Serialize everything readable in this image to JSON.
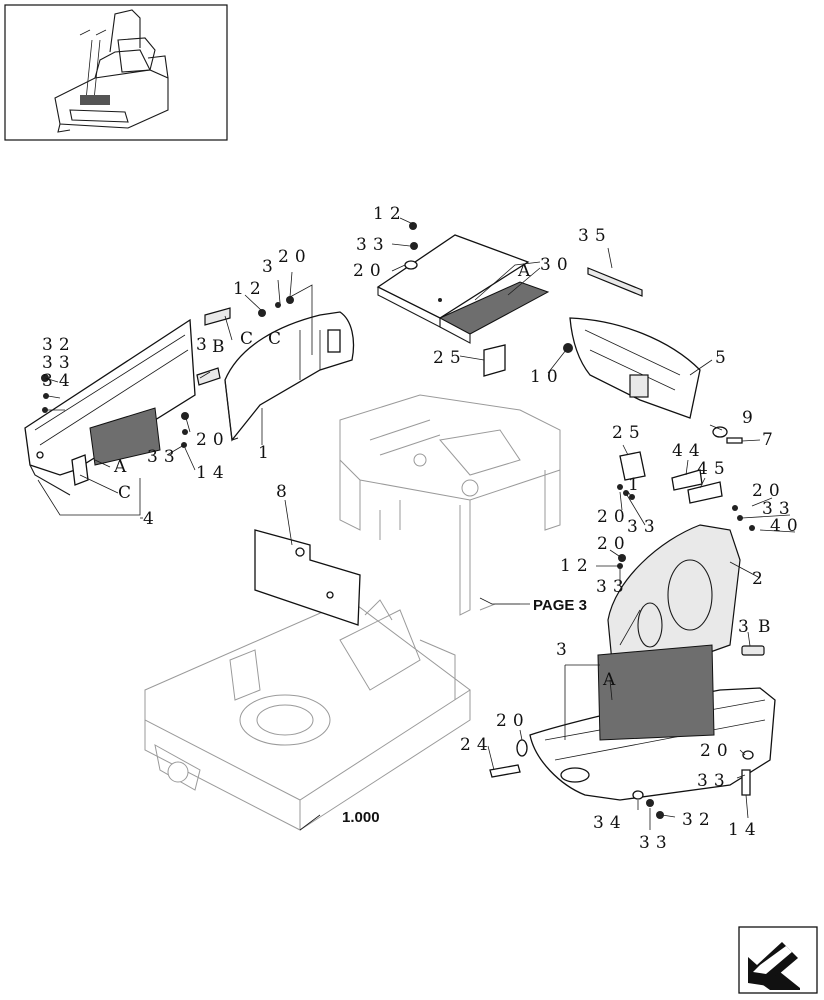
{
  "diagram": {
    "callouts": [
      "12",
      "33",
      "20",
      "30",
      "A",
      "35",
      "12",
      "3",
      "20",
      "C",
      "32",
      "33",
      "34",
      "B",
      "3",
      "C",
      "25",
      "10",
      "5",
      "20",
      "1",
      "9",
      "7",
      "33",
      "14",
      "A",
      "C",
      "4",
      "25",
      "44",
      "45",
      "1",
      "20",
      "33",
      "20",
      "33",
      "40",
      "8",
      "20",
      "12",
      "33",
      "2",
      "3",
      "3",
      "B",
      "A",
      "20",
      "24",
      "20",
      "33",
      "34",
      "33",
      "32",
      "14"
    ],
    "references": {
      "page3": "PAGE 3",
      "base_frame": "1.000"
    }
  }
}
